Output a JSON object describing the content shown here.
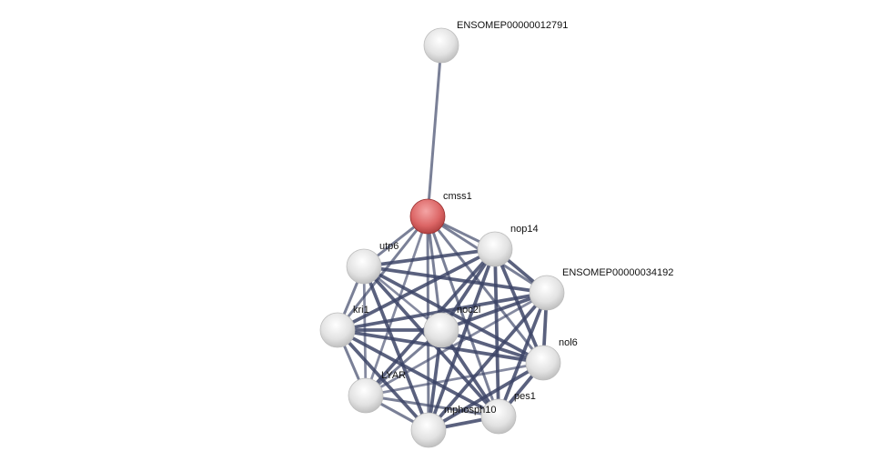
{
  "network": {
    "query_node": "cmss1",
    "colors": {
      "query": "#d94f4f",
      "node": "#e6e6e6",
      "edge": "#3b4466"
    },
    "nodes": [
      {
        "id": "ENSOMEP00000012791",
        "label": "ENSOMEP00000012791"
      },
      {
        "id": "cmss1",
        "label": "cmss1"
      },
      {
        "id": "nop14",
        "label": "nop14"
      },
      {
        "id": "utp6",
        "label": "utp6"
      },
      {
        "id": "ENSOMEP00000034192",
        "label": "ENSOMEP00000034192"
      },
      {
        "id": "kri1",
        "label": "kri1"
      },
      {
        "id": "noc2l",
        "label": "noc2l"
      },
      {
        "id": "nol6",
        "label": "nol6"
      },
      {
        "id": "LYAR",
        "label": "LYAR"
      },
      {
        "id": "pes1",
        "label": "pes1"
      },
      {
        "id": "mphosph10",
        "label": "mphosph10"
      }
    ],
    "edges": [
      [
        "ENSOMEP00000012791",
        "cmss1",
        0.6
      ],
      [
        "cmss1",
        "nop14",
        0.6
      ],
      [
        "cmss1",
        "utp6",
        0.6
      ],
      [
        "cmss1",
        "ENSOMEP00000034192",
        0.6
      ],
      [
        "cmss1",
        "kri1",
        0.6
      ],
      [
        "cmss1",
        "noc2l",
        0.6
      ],
      [
        "cmss1",
        "nol6",
        0.6
      ],
      [
        "cmss1",
        "LYAR",
        0.5
      ],
      [
        "cmss1",
        "pes1",
        0.6
      ],
      [
        "cmss1",
        "mphosph10",
        0.6
      ],
      [
        "nop14",
        "utp6",
        0.9
      ],
      [
        "nop14",
        "ENSOMEP00000034192",
        0.9
      ],
      [
        "nop14",
        "kri1",
        0.9
      ],
      [
        "nop14",
        "noc2l",
        0.9
      ],
      [
        "nop14",
        "nol6",
        0.9
      ],
      [
        "nop14",
        "LYAR",
        0.9
      ],
      [
        "nop14",
        "pes1",
        0.9
      ],
      [
        "nop14",
        "mphosph10",
        0.9
      ],
      [
        "utp6",
        "ENSOMEP00000034192",
        0.9
      ],
      [
        "utp6",
        "kri1",
        0.6
      ],
      [
        "utp6",
        "noc2l",
        0.5
      ],
      [
        "utp6",
        "nol6",
        0.9
      ],
      [
        "utp6",
        "LYAR",
        0.5
      ],
      [
        "utp6",
        "pes1",
        0.9
      ],
      [
        "utp6",
        "mphosph10",
        0.9
      ],
      [
        "ENSOMEP00000034192",
        "kri1",
        0.9
      ],
      [
        "ENSOMEP00000034192",
        "noc2l",
        0.9
      ],
      [
        "ENSOMEP00000034192",
        "nol6",
        0.9
      ],
      [
        "ENSOMEP00000034192",
        "LYAR",
        0.5
      ],
      [
        "ENSOMEP00000034192",
        "pes1",
        0.9
      ],
      [
        "ENSOMEP00000034192",
        "mphosph10",
        0.9
      ],
      [
        "kri1",
        "noc2l",
        0.9
      ],
      [
        "kri1",
        "nol6",
        0.9
      ],
      [
        "kri1",
        "LYAR",
        0.6
      ],
      [
        "kri1",
        "pes1",
        0.9
      ],
      [
        "kri1",
        "mphosph10",
        0.9
      ],
      [
        "noc2l",
        "nol6",
        0.9
      ],
      [
        "noc2l",
        "LYAR",
        0.6
      ],
      [
        "noc2l",
        "pes1",
        0.9
      ],
      [
        "noc2l",
        "mphosph10",
        0.9
      ],
      [
        "nol6",
        "LYAR",
        0.5
      ],
      [
        "nol6",
        "pes1",
        0.9
      ],
      [
        "nol6",
        "mphosph10",
        0.9
      ],
      [
        "LYAR",
        "pes1",
        0.6
      ],
      [
        "LYAR",
        "mphosph10",
        0.6
      ],
      [
        "pes1",
        "mphosph10",
        0.9
      ]
    ]
  }
}
